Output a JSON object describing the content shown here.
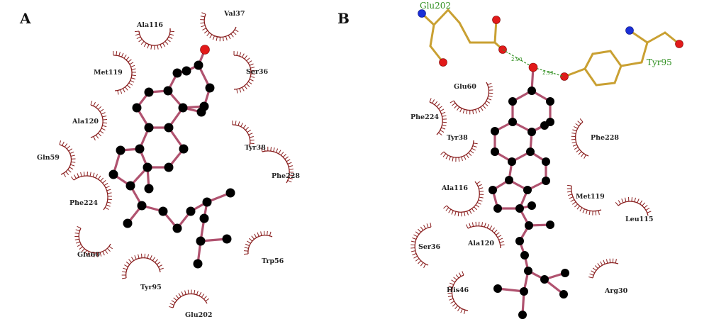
{
  "panels": [
    {
      "id": "A",
      "label": "A",
      "residues": [
        "Ala116",
        "Val37",
        "Met119",
        "Ser36",
        "Ala120",
        "Tyr38",
        "Gln59",
        "Phe228",
        "Phe224",
        "Glu60",
        "Trp56",
        "Tyr95",
        "Glu202"
      ]
    },
    {
      "id": "B",
      "label": "B",
      "hbond_residues": [
        "Glu202",
        "Tyr95"
      ],
      "hbond_distances": [
        "2.90",
        "2.93"
      ],
      "residues": [
        "Glu60",
        "Phe224",
        "Tyr38",
        "Phe228",
        "Ala116",
        "Met119",
        "Leu115",
        "Ser36",
        "Ala120",
        "His46",
        "Arg30"
      ]
    }
  ],
  "colors": {
    "bond": "#b0526f",
    "residue_bond": "#c9a032",
    "carbon": "#000000",
    "oxygen": "#e21a1a",
    "nitrogen": "#1b2fd6",
    "hydrophobic_arc": "#8a1f1f",
    "hbond": "#2f8f1f"
  }
}
